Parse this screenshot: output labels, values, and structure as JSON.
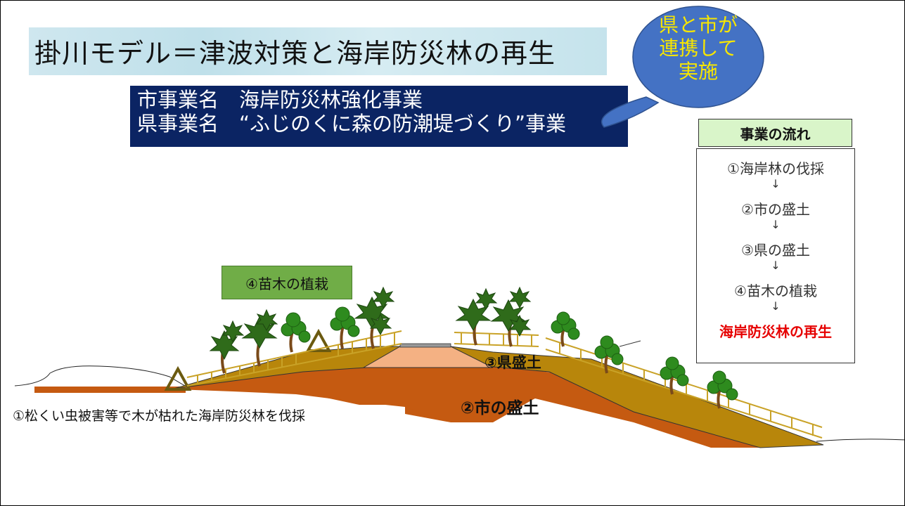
{
  "title": "掛川モデル＝津波対策と海岸防災林の再生",
  "projects": {
    "city": "市事業名　海岸防災林強化事業",
    "prefecture": "県事業名　“ふじのくに森の防潮堤づくり”事業"
  },
  "bubble": {
    "lines": [
      "県と市が",
      "連携して",
      "実施"
    ],
    "fill_color": "#4472c4",
    "text_color": "#f7e600"
  },
  "flow": {
    "header": "事業の流れ",
    "steps": [
      "①海岸林の伐採",
      "②市の盛土",
      "③県の盛土",
      "④苗木の植栽"
    ],
    "arrow": "↓",
    "final": "海岸防災林の再生",
    "final_color": "#e60000",
    "header_color": "#d9f5c9"
  },
  "diagram": {
    "planting_label": "④苗木の植栽",
    "prefecture_fill_label": "③県盛土",
    "city_fill_label": "②市の盛土",
    "felling_label": "①松くい虫被害等で木が枯れた海岸防災林を伐採",
    "colors": {
      "prefecture_fill": "#b8860b",
      "city_fill": "#c55a11",
      "core_fill": "#f4b183",
      "tree_green": "#2e8b1e",
      "pine_green": "#2f6b1a"
    }
  }
}
